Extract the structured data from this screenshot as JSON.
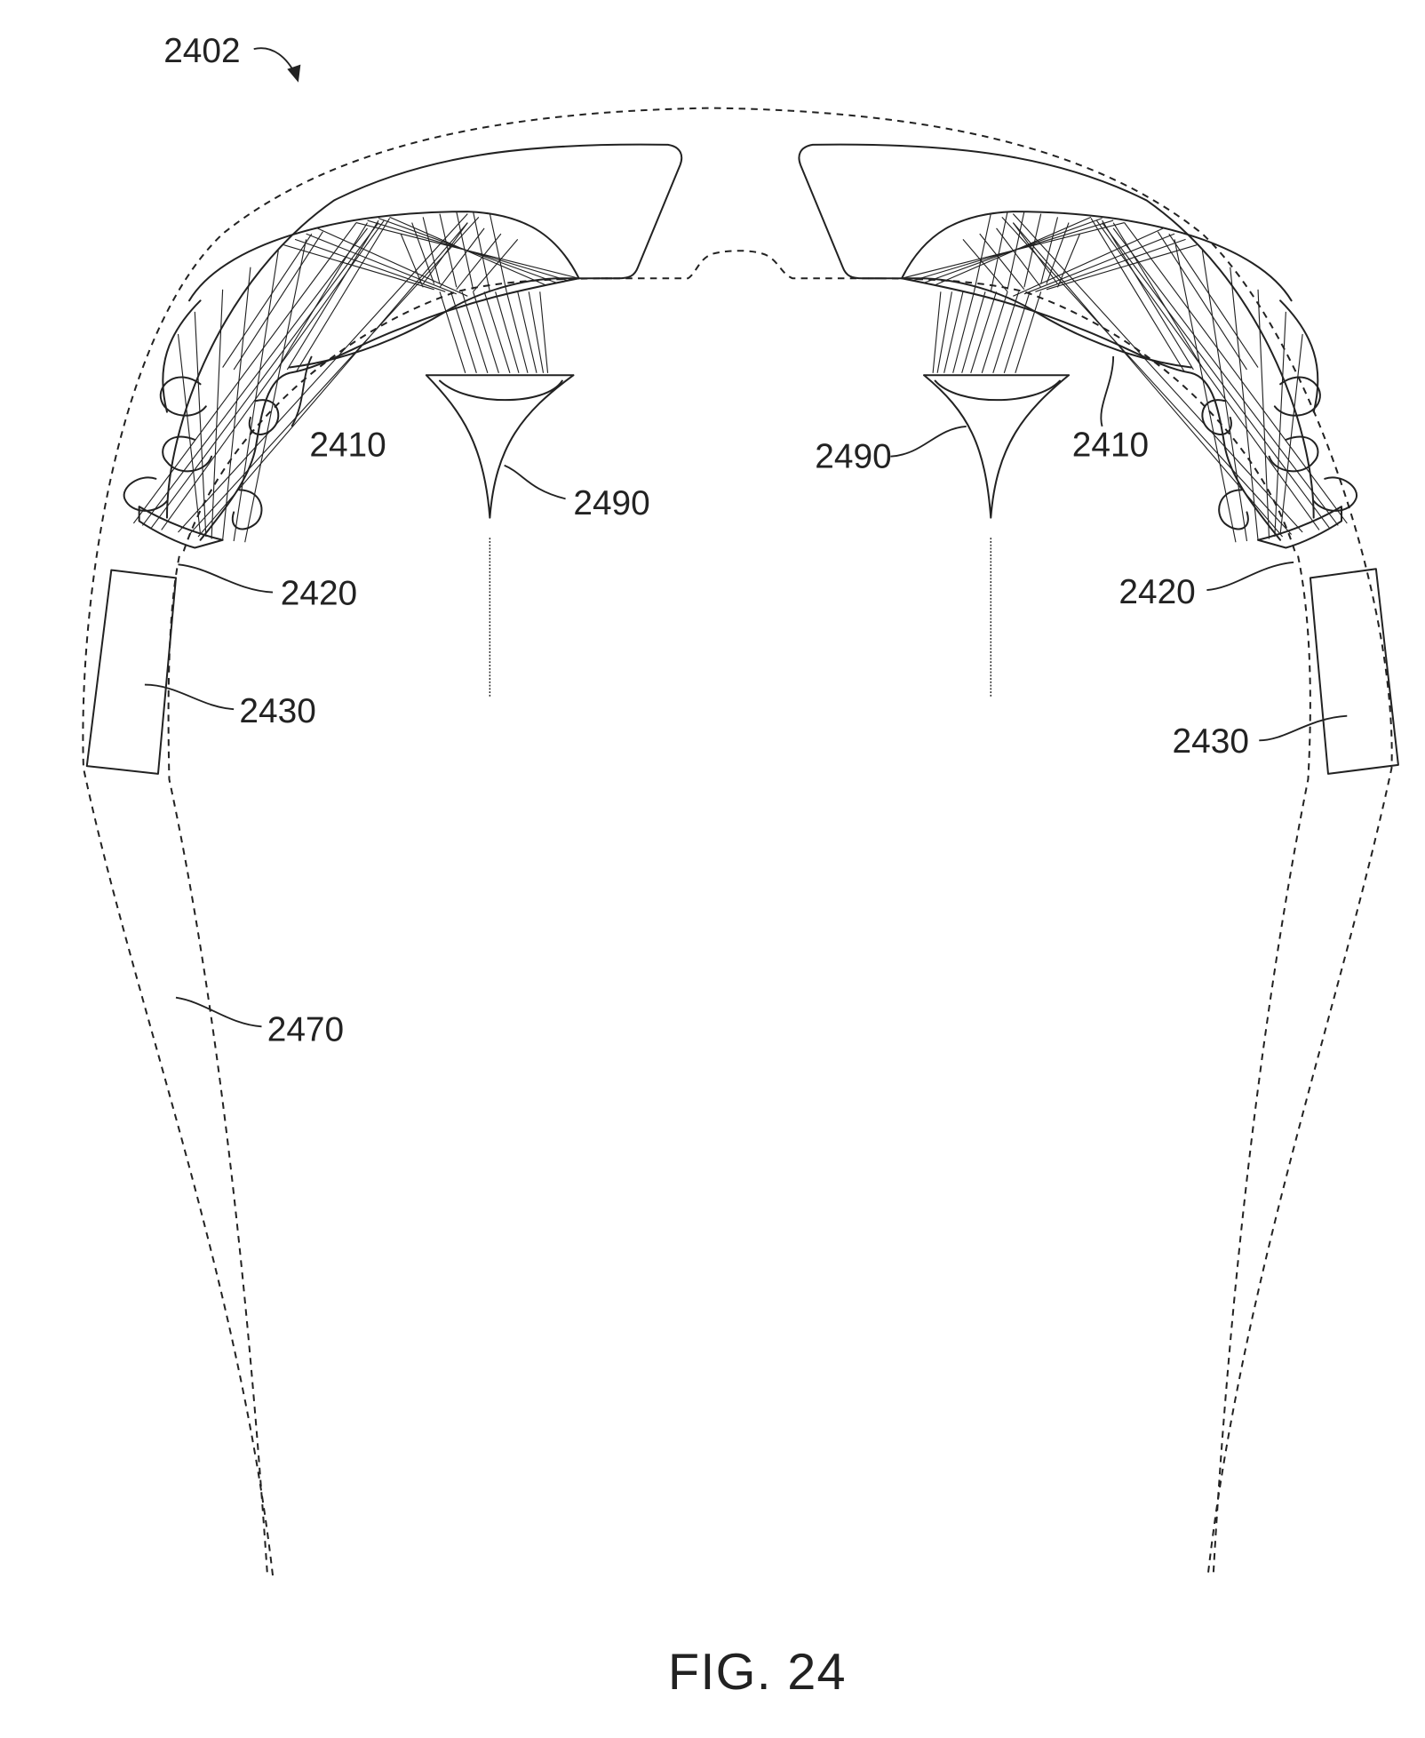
{
  "figure": {
    "caption": "FIG. 24",
    "device_ref": "2402",
    "labels": {
      "waveguide_left": "2410",
      "waveguide_right": "2410",
      "eyepiece_left": "2490",
      "eyepiece_right": "2490",
      "projector_left": "2420",
      "projector_right": "2420",
      "module_left": "2430",
      "module_right": "2430",
      "frame": "2470"
    }
  }
}
